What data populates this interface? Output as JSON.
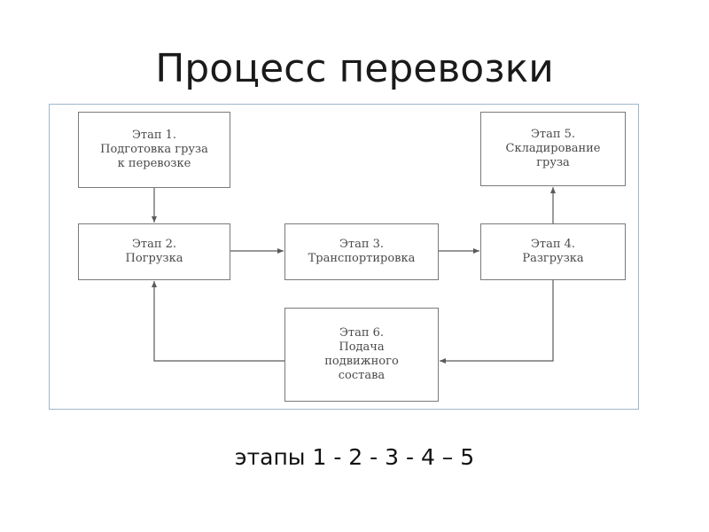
{
  "slide": {
    "title": "Процесс перевозки",
    "sequence": "этапы 1 - 2 - 3 - 4 – 5"
  },
  "diagram": {
    "stages": [
      {
        "id": 1,
        "text": "Этап 1.\nПодготовка груза\nк перевозке"
      },
      {
        "id": 2,
        "text": "Этап 2.\nПогрузка"
      },
      {
        "id": 3,
        "text": "Этап 3.\nТранспортировка"
      },
      {
        "id": 4,
        "text": "Этап 4.\nРазгрузка"
      },
      {
        "id": 5,
        "text": "Этап 5.\nСкладирование\nгруза"
      },
      {
        "id": 6,
        "text": "Этап 6.\nПодача\nподвижного\nсостава"
      }
    ],
    "connections": [
      {
        "from": 1,
        "to": 2
      },
      {
        "from": 2,
        "to": 3
      },
      {
        "from": 3,
        "to": 4
      },
      {
        "from": 4,
        "to": 5
      },
      {
        "from": 4,
        "to": 6
      },
      {
        "from": 6,
        "to": 2
      }
    ]
  },
  "colors": {
    "frame_border": "#9fb7cc",
    "box_border": "#7a7a7a",
    "box_text": "#4a4a4a",
    "arrow": "#5a5a5a"
  }
}
